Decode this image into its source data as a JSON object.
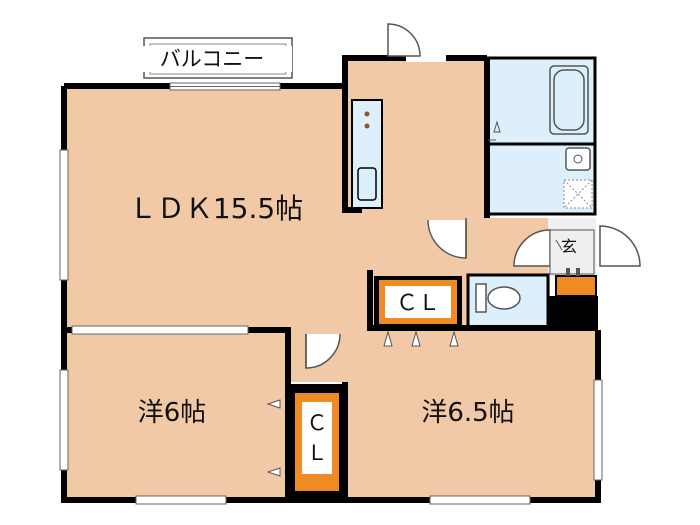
{
  "balcony_label": "バルコニー",
  "rooms": {
    "ldk": "ＬＤＫ15.5帖",
    "western_a": "洋6帖",
    "western_b": "洋6.5帖",
    "closet_a": "ＣＬ",
    "closet_b_line1": "Ｃ",
    "closet_b_line2": "Ｌ",
    "entrance": "玄"
  },
  "colors": {
    "room_floor": "#F2C9A6",
    "wet_area": "#DCEFFA",
    "closet": "#F08A24",
    "wall": "#000000"
  }
}
